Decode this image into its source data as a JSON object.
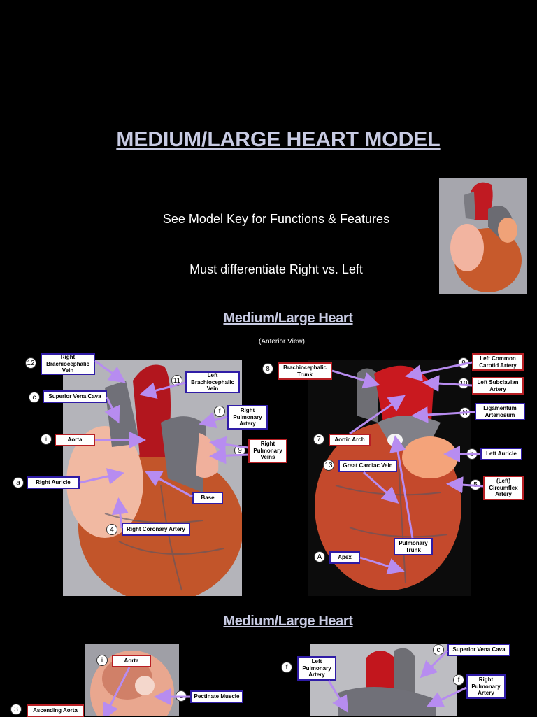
{
  "title": "MEDIUM/LARGE HEART MODEL",
  "subtitle_1": "See Model Key for Functions & Features",
  "subtitle_2": "Must differentiate Right vs. Left",
  "section_1": {
    "heading": "Medium/Large Heart",
    "caption": "(Anterior View)"
  },
  "section_2": {
    "heading": "Medium/Large Heart"
  },
  "left_figure": {
    "labels": {
      "right_brachiocephalic_vein": "Right\nBrachiocephalic\nVein",
      "left_brachiocephalic_vein": "Left\nBrachiocephalic\nVein",
      "superior_vena_cava": "Superior Vena Cava",
      "right_pulmonary_artery": "Right\nPulmonary\nArtery",
      "aorta": "Aorta",
      "right_pulmonary_veins": "Right\nPulmonary\nVeins",
      "right_auricle": "Right Auricle",
      "base": "Base",
      "right_coronary_artery": "Right Coronary Artery"
    },
    "badges": {
      "b12": "12",
      "b11": "11",
      "bc": "c",
      "bf": "f",
      "bi": "i",
      "b9": "9",
      "ba": "a",
      "b4": "4"
    }
  },
  "right_figure": {
    "labels": {
      "brachiocephalic_trunk": "Brachiocephalic\nTrunk",
      "left_common_carotid": "Left Common\nCarotid Artery",
      "left_subclavian": "Left Subclavian\nArtery",
      "ligamentum_arteriosum": "Ligamentum\nArteriosum",
      "aortic_arch": "Aortic Arch",
      "left_auricle": "Left Auricle",
      "great_cardiac_vein": "Great Cardiac Vein",
      "circumflex_artery": "(Left)\nCircumflex\nArtery",
      "pulmonary_trunk": "Pulmonary\nTrunk",
      "apex": "Apex"
    },
    "badges": {
      "b8": "8",
      "b9": "9",
      "b10": "10",
      "bN": "N",
      "b7": "7",
      "bb": "b",
      "b13": "13",
      "b5": "5",
      "bA": "A"
    }
  },
  "bottom_left_figure": {
    "labels": {
      "aorta": "Aorta",
      "pectinate_muscle": "Pectinate Muscle",
      "ascending_aorta": "Ascending Aorta"
    },
    "badges": {
      "bi": "i",
      "bL": "L",
      "b3": "3"
    }
  },
  "bottom_right_figure": {
    "labels": {
      "left_pulmonary_artery": "Left\nPulmonary\nArtery",
      "superior_vena_cava": "Superior Vena Cava",
      "right_pulmonary_artery": "Right\nPulmonary\nArtery"
    },
    "badges": {
      "bf1": "f",
      "bc": "c",
      "bf2": "f"
    }
  },
  "colors": {
    "arrow": "#b78cf0",
    "label_border_blue": "#2f1ca6",
    "label_border_red": "#b81f24",
    "heading": "#c8cbe3"
  }
}
